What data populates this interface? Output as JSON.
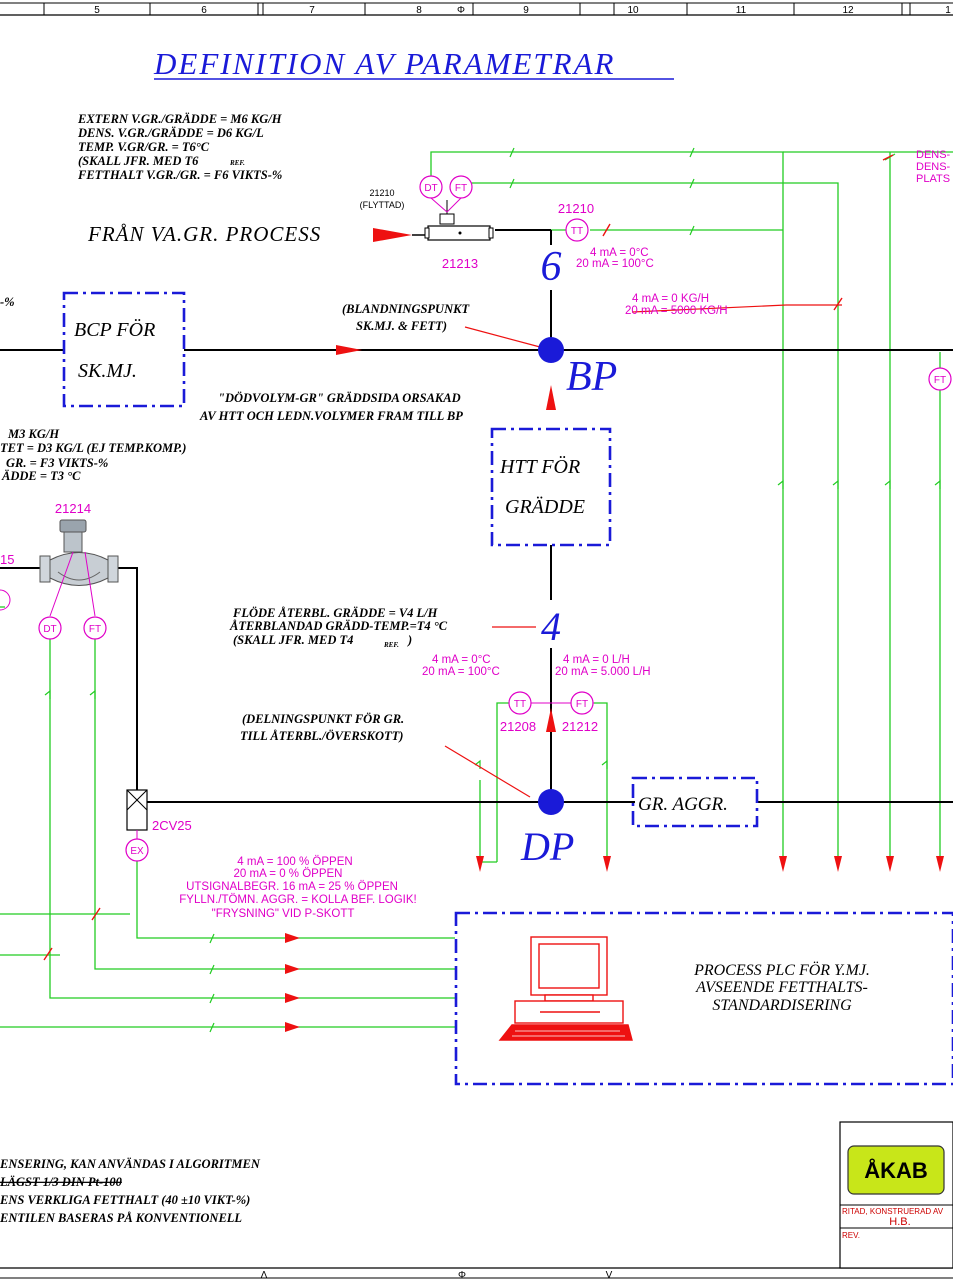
{
  "frame": {
    "columns": [
      "5",
      "6",
      "7",
      "8",
      "9",
      "10",
      "11",
      "12",
      "1"
    ],
    "center_mark": "Φ",
    "bottom_marks": [
      "Λ",
      "Φ",
      "V"
    ]
  },
  "title": "DEFINITION AV PARAMETRAR",
  "top_notes": [
    "EXTERN V.GR./GRÄDDE = M6 KG/H",
    "DENS. V.GR./GRÄDDE = D6 KG/L",
    "TEMP. V.GR/GR. = T6°C",
    "(SKALL JFR. MED T6",
    "FETTHALT V.GR./GR. = F6 VIKTS-%"
  ],
  "top_notes_ref": "REF.",
  "process_source": "FRÅN VA.GR. PROCESS",
  "instruments": {
    "flow_21210_top": "21210",
    "flow_21210_top_sub": "(FLYTTAD)",
    "flow_21213": "21213",
    "tt_21210": "21210",
    "mag_21214": "21214",
    "tt_21208": "21208",
    "ft_21212": "21212",
    "valve_2cv25": "2CV25",
    "left_partial": "15"
  },
  "bubbles": {
    "dt": "DT",
    "ft": "FT",
    "tt": "TT",
    "ex": "EX"
  },
  "point_numbers": {
    "p6": "6",
    "p4": "4"
  },
  "ranges": {
    "temp_6": [
      "4 mA = 0°C",
      "20 mA = 100°C"
    ],
    "flow_6": [
      "4 mA = 0 KG/H",
      "20 mA = 5000 KG/H"
    ],
    "temp_4": [
      "4 mA = 0°C",
      "20 mA = 100°C"
    ],
    "flow_4": [
      "4 mA = 0 L/H",
      "20 mA = 5.000 L/H"
    ]
  },
  "right_edge_labels": [
    "DENS-",
    "DENS-",
    "PLATS"
  ],
  "left_partial_notes": [
    "-%"
  ],
  "blend_note": [
    "(BLANDNINGSPUNKT",
    "SK.MJ. & FETT)"
  ],
  "bcp_box": [
    "BCP FÖR",
    "SK.MJ."
  ],
  "bp_label": "BP",
  "dead_volume_note": [
    "\"DÖDVOLYM-GR\" GRÄDDSIDA ORSAKAD",
    "AV HTT OCH LEDN.VOLYMER FRAM TILL BP"
  ],
  "left_notes": [
    "M3 KG/H",
    "TET = D3 KG/L (EJ TEMP.KOMP.)",
    "GR. = F3 VIKTS-%",
    "ÄDDE = T3 °C"
  ],
  "htt_box": [
    "HTT FÖR",
    "GRÄDDE"
  ],
  "flow_note": [
    "FLÖDE ÅTERBL. GRÄDDE = V4 L/H",
    "ÅTERBLANDAD GRÄDD-TEMP.=T4 °C",
    "(SKALL JFR. MED T4",
    ")"
  ],
  "flow_note_ref": "REF.",
  "split_note": [
    "(DELNINGSPUNKT FÖR GR.",
    "TILL ÅTERBL./ÖVERSKOTT)"
  ],
  "dp_label": "DP",
  "aggr_box": "GR. AGGR.",
  "valve_notes": [
    "4 mA = 100 % ÖPPEN",
    "20 mA = 0 % ÖPPEN",
    "UTSIGNALBEGR. 16 mA = 25 % ÖPPEN",
    "FYLLN./TÖMN. AGGR. = KOLLA BEF. LOGIK!",
    "\"FRYSNING\" VID P-SKOTT"
  ],
  "plc_box": [
    "PROCESS PLC FÖR Y.MJ.",
    "AVSEENDE FETTHALTS-",
    "STANDARDISERING"
  ],
  "bottom_notes": [
    "ENSERING, KAN ANVÄNDAS I ALGORITMEN",
    "LÄGST 1/3 DIN Pt-100",
    "ENS VERKLIGA FETTHALT (40 ±10 VIKT-%)",
    "ENTILEN BASERAS PÅ KONVENTIONELL"
  ],
  "titleblock": {
    "logo": "ÅKAB",
    "drawn_label": "RITAD, KONSTRUERAD AV",
    "drawn_value": "H.B.",
    "rev_label": "REV."
  },
  "colors": {
    "signal_line": "#22cc22",
    "process_line": "#000000",
    "instrument": "#e000c8",
    "boxes": "#1a1ad8",
    "arrows": "#ee1111",
    "logo_bg": "#c8e619"
  }
}
